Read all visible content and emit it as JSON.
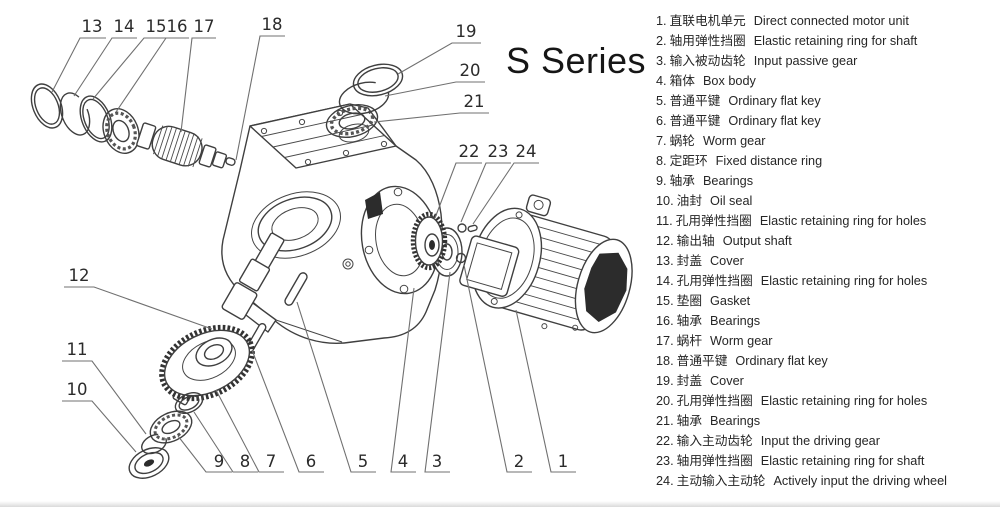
{
  "title": "S Series",
  "colors": {
    "ink": "#3f3f3f",
    "text": "#262626",
    "background": "#ffffff"
  },
  "diagram": {
    "description": "Exploded view of S Series worm gear reducer",
    "callouts": [
      "13",
      "14",
      "15",
      "16",
      "17",
      "18",
      "19",
      "20",
      "21",
      "22",
      "23",
      "24",
      "12",
      "11",
      "10",
      "9",
      "8",
      "7",
      "6",
      "5",
      "4",
      "3",
      "2",
      "1"
    ]
  },
  "legend": {
    "items": [
      {
        "no": "1.",
        "zh": "直联电机单元",
        "en": "Direct connected motor unit"
      },
      {
        "no": "2.",
        "zh": "轴用弹性挡圈",
        "en": "Elastic retaining ring for shaft"
      },
      {
        "no": "3.",
        "zh": "输入被动齿轮",
        "en": "Input passive gear"
      },
      {
        "no": "4.",
        "zh": "箱体",
        "en": "Box body"
      },
      {
        "no": "5.",
        "zh": "普通平键",
        "en": "Ordinary flat key"
      },
      {
        "no": "6.",
        "zh": "普通平键",
        "en": "Ordinary flat key"
      },
      {
        "no": "7.",
        "zh": "蜗轮",
        "en": "Worm gear"
      },
      {
        "no": "8.",
        "zh": "定距环",
        "en": "Fixed distance ring"
      },
      {
        "no": "9.",
        "zh": "轴承",
        "en": "Bearings"
      },
      {
        "no": "10.",
        "zh": "油封",
        "en": "Oil seal"
      },
      {
        "no": "11.",
        "zh": "孔用弹性挡圈",
        "en": "Elastic retaining ring for holes"
      },
      {
        "no": "12.",
        "zh": "输出轴",
        "en": "Output shaft"
      },
      {
        "no": "13.",
        "zh": "封盖",
        "en": "Cover"
      },
      {
        "no": "14.",
        "zh": "孔用弹性挡圈",
        "en": "Elastic retaining ring for holes"
      },
      {
        "no": "15.",
        "zh": "垫圈",
        "en": "Gasket"
      },
      {
        "no": "16.",
        "zh": "轴承",
        "en": "Bearings"
      },
      {
        "no": "17.",
        "zh": "蜗杆",
        "en": "Worm gear"
      },
      {
        "no": "18.",
        "zh": "普通平键",
        "en": "Ordinary flat key"
      },
      {
        "no": "19.",
        "zh": "封盖",
        "en": "Cover"
      },
      {
        "no": "20.",
        "zh": "孔用弹性挡圈",
        "en": "Elastic retaining ring for holes"
      },
      {
        "no": "21.",
        "zh": "轴承",
        "en": "Bearings"
      },
      {
        "no": "22.",
        "zh": "输入主动齿轮",
        "en": "Input the driving gear"
      },
      {
        "no": "23.",
        "zh": "轴用弹性挡圈",
        "en": "Elastic retaining ring for shaft"
      },
      {
        "no": "24.",
        "zh": "主动输入主动轮",
        "en": "Actively input the driving wheel"
      }
    ]
  }
}
